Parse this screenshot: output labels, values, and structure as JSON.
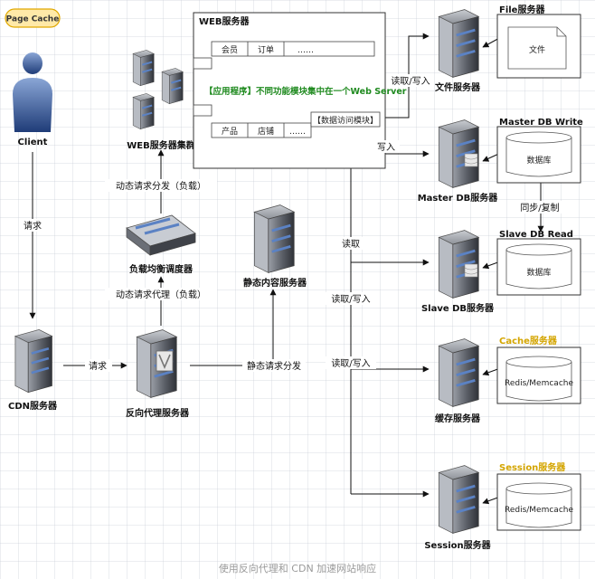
{
  "page_cache": "Page Cache",
  "nodes": {
    "client": "Client",
    "cdn": "CDN服务器",
    "reverse_proxy": "反向代理服务器",
    "load_balancer": "负载均衡调度器",
    "web_cluster": "WEB服务器集群",
    "static_server": "静态内容服务器",
    "file_server": "文件服务器",
    "master_db": "Master DB服务器",
    "slave_db": "Slave DB服务器",
    "cache_server": "缓存服务器",
    "session_server": "Session服务器"
  },
  "web_box": {
    "title": "WEB服务器",
    "modules_top": [
      "会员",
      "订单",
      "……"
    ],
    "modules_bottom": [
      "产品",
      "店铺",
      "……"
    ],
    "app_note": "【应用程序】不同功能模块集中在一个Web Server",
    "data_access": "【数据访问模块】"
  },
  "edges": {
    "request_client": "请求",
    "request_cdn": "请求",
    "dynamic_proxy": "动态请求代理（负载）",
    "dynamic_dispatch": "动态请求分发（负载）",
    "static_dispatch": "静态请求分发",
    "rw_file": "读取/写入",
    "write_master": "写入",
    "read_slave": "读取",
    "sync": "同步/复制",
    "rw_mid": "读取/写入",
    "rw_cache": "读取/写入"
  },
  "stores": {
    "file_title": "File服务器",
    "file_doc": "文件",
    "master_title": "Master DB Write",
    "master_db_label": "数据库",
    "slave_title": "Slave DB Read",
    "slave_db_label": "数据库",
    "cache_title": "Cache服务器",
    "cache_db_label": "Redis/Memcache",
    "session_title": "Session服务器",
    "session_db_label": "Redis/Memcache"
  },
  "caption": "使用反向代理和 CDN 加速网站响应",
  "colors": {
    "server_dark": "#3a3d44",
    "server_light": "#8a8e96",
    "server_stripe": "#5b82c4",
    "line": "#111111",
    "accent_green": "#1f8a1f",
    "accent_yellow": "#d4a500"
  }
}
